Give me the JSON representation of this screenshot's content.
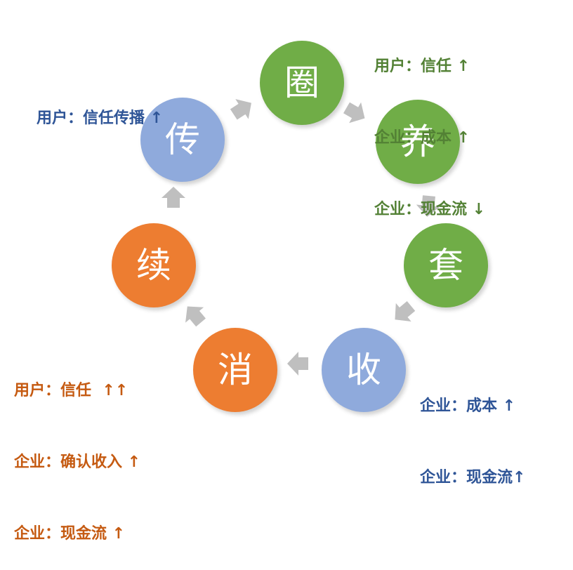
{
  "nodes": {
    "quan": "圈",
    "yang": "养",
    "tao": "套",
    "shou": "收",
    "xiao": "消",
    "xu": "续",
    "chuan": "传"
  },
  "notes": {
    "top_right": [
      "用户：信任 ↑",
      "企业：成本 ↑",
      "企业：现金流 ↓"
    ],
    "top_left": [
      "用户：信任传播 ↑"
    ],
    "bottom_right": [
      "企业：成本 ↑",
      "企业：现金流↑"
    ],
    "bottom_left": [
      "用户：信任  ↑↑",
      "企业：确认收入 ↑",
      "企业：现金流 ↑"
    ]
  },
  "colors": {
    "green": "#70ad47",
    "blue": "#8faadc",
    "orange": "#ed7d31",
    "arrow": "#bfbfbf"
  }
}
